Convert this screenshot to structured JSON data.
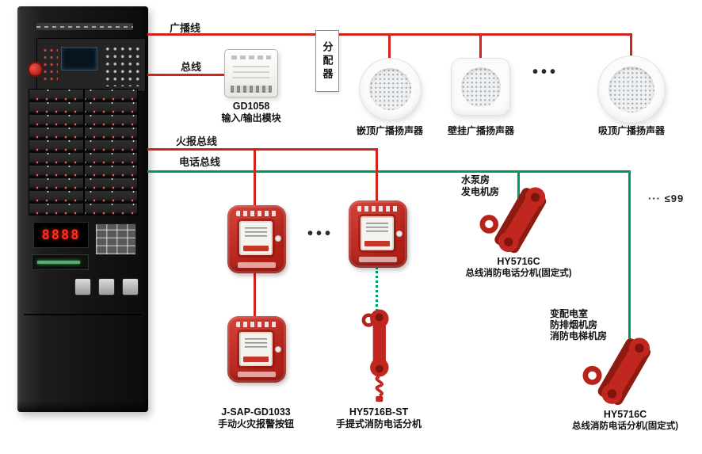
{
  "colors": {
    "wire_red": "#d1251b",
    "wire_green": "#009a58",
    "device_red": "#c1271e"
  },
  "buses": {
    "broadcast": "广播线",
    "main": "总线",
    "fire": "火报总线",
    "phone": "电话总线"
  },
  "cabinet": {
    "led_readout": "8888"
  },
  "io_module": {
    "model": "GD1058",
    "name": "输入/输出模块"
  },
  "distributor": {
    "label": "分配器"
  },
  "speakers": {
    "recessed": "嵌顶广播扬声器",
    "wall": "壁挂广播扬声器",
    "ceiling": "吸顶广播扬声器"
  },
  "call_point": {
    "model": "J-SAP-GD1033",
    "name": "手动火灾报警按钮"
  },
  "portable_phone": {
    "model": "HY5716B-ST",
    "name": "手提式消防电话分机"
  },
  "fixed_phone_1": {
    "rooms": [
      "水泵房",
      "发电机房"
    ],
    "model": "HY5716C",
    "name": "总线消防电话分机(固定式)"
  },
  "fixed_phone_2": {
    "rooms": [
      "变配电室",
      "防排烟机房",
      "消防电梯机房"
    ],
    "model": "HY5716C",
    "name": "总线消防电话分机(固定式)"
  },
  "ellipsis": "•••",
  "capacity_note": "··· ≤99"
}
